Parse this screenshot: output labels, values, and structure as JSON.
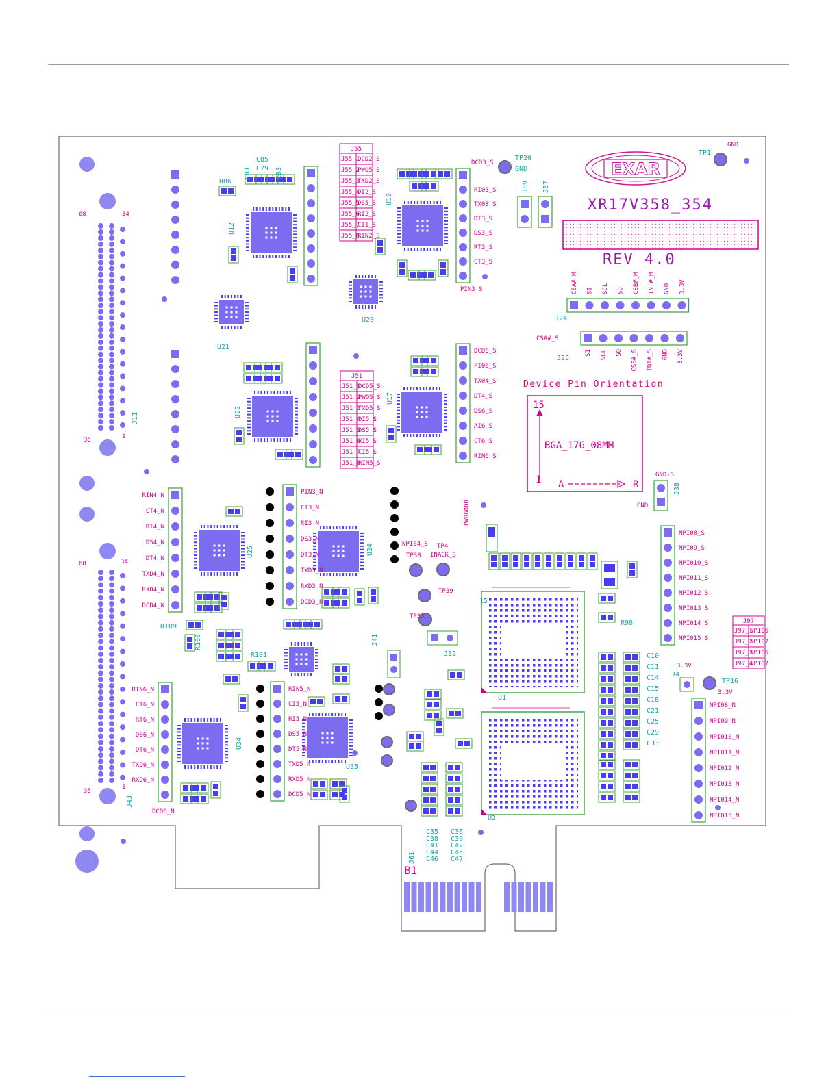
{
  "board": {
    "part_number": "XR17V358_354",
    "revision": "REV 4.0",
    "logo_text": "EXAR",
    "orientation_title": "Device Pin Orientation",
    "orientation_package": "BGA_176_08MM",
    "orientation_row_top": "15",
    "orientation_row_bottom": "1",
    "orientation_col_left": "A",
    "orientation_col_right": "R",
    "edge_label": "B1",
    "edge_ref": "J61"
  },
  "connectors": {
    "J24_pins": [
      "CSA#_M",
      "SI",
      "SCL",
      "SO",
      "CSB#_M",
      "INT#_M",
      "GND",
      "3.3V"
    ],
    "J25_pins": [
      "SI",
      "SCL",
      "SO",
      "CSB#_S",
      "INT#_S",
      "GND",
      "3.3V"
    ],
    "J25_lead": "CSA#_S",
    "J56_pins": [
      "RI03_S",
      "TX03_S",
      "DT3_S",
      "DS3_S",
      "RT3_S",
      "CT3_S"
    ],
    "J56_bottom": "PIN3_S",
    "J56_top": "DCD3_S",
    "J51_pins": [
      "DCD6_S",
      "PI06_S",
      "TX04_S",
      "DT4_S",
      "DS6_S",
      "AI6_S",
      "CT6_S",
      "RIN6_S"
    ],
    "J90_pins": [
      "RIN4_N",
      "CT4_N",
      "RT4_N",
      "DS4_N",
      "DT4_N",
      "TXD4_N",
      "RXD4_N",
      "DCD4_N"
    ],
    "J92_pins": [
      "RIN6_N",
      "CT6_N",
      "RT6_N",
      "DS6_N",
      "DT6_N",
      "TXD6_N",
      "RXD6_N"
    ],
    "J92_bottom": "DCD6_N",
    "J89_pins": [
      "PIN3_N",
      "CI3_N",
      "RI3_N",
      "DS3_N",
      "DT3_N",
      "TXD3_N",
      "RXD3_N",
      "DCD3_N"
    ],
    "J91_pins": [
      "RIN5_N",
      "CI5_N",
      "RI5_N",
      "DS5_N",
      "DT5_N",
      "TXD5_N",
      "RXD5_N",
      "DCD5_N"
    ],
    "J95_pins": [
      "NPI08_S",
      "NPI09_S",
      "NPI010_S",
      "NPI011_S",
      "NPI012_S",
      "NPI013_S",
      "NPI014_S",
      "NPI015_S"
    ],
    "J96_pins": [
      "NPI08_N",
      "NPI09_N",
      "NPI010_N",
      "NPI011_N",
      "NPI012_N",
      "NPI013_N",
      "NPI014_N",
      "NPI015_N"
    ],
    "J97_table": [
      [
        "J97_1",
        "NPI06"
      ],
      [
        "J97_2",
        "NPI07"
      ],
      [
        "J97_3",
        "NPI06"
      ],
      [
        "J97_4",
        "NPI07"
      ]
    ],
    "J97_title": "J97",
    "J55_title": "J55",
    "J55_table": [
      [
        "J55_1",
        "DCD2_S"
      ],
      [
        "J55_2",
        "PWO5_S"
      ],
      [
        "J55_3",
        "TXD2_S"
      ],
      [
        "J55_4",
        "DI2_S"
      ],
      [
        "J55_5",
        "DS5_S"
      ],
      [
        "J55_6",
        "RI2_S"
      ],
      [
        "J55_7",
        "CI1_S"
      ],
      [
        "J55_8",
        "RIN2_S"
      ]
    ],
    "J51_title": "J51",
    "J51_table": [
      [
        "J51_1",
        "DCD5_S"
      ],
      [
        "J51_2",
        "PWO5_S"
      ],
      [
        "J51_3",
        "TXD5_S"
      ],
      [
        "J51_4",
        "DI5_S"
      ],
      [
        "J51_5",
        "DS5_S"
      ],
      [
        "J51_6",
        "RI5_S"
      ],
      [
        "J51_7",
        "CI5_S"
      ],
      [
        "J51_8",
        "RIN5_S"
      ]
    ]
  },
  "labels": {
    "tp1": "TP1",
    "gnd": "GND",
    "tp20": "TP20",
    "tp16": "TP16",
    "v33": "3.3V",
    "npi04": "NPI04_S",
    "tp4": "TP4",
    "inack": "INACK_S",
    "tp38": "TP38",
    "tp39": "TP39",
    "tp35": "TP35",
    "pwrgood": "PWRGOOD",
    "gnd_s": "GND-S",
    "j38": "J38",
    "j39": "J39",
    "j37": "J37",
    "j4": "J4",
    "j41": "J41",
    "j32": "J32",
    "u1": "U1",
    "u2": "U2",
    "u12": "U12",
    "u19": "U19",
    "u20": "U20",
    "u21": "U21",
    "u22": "U22",
    "u17": "U17",
    "u25": "U25",
    "u24": "U24",
    "u34": "U34",
    "u35": "U35",
    "j11": "J11",
    "j43": "J43",
    "p68": "68",
    "p34": "34",
    "p35": "35",
    "p1": "1",
    "caps_left": [
      "C35",
      "C38",
      "C41",
      "C44",
      "C46"
    ],
    "caps_right": [
      "C36",
      "C39",
      "C42",
      "C45",
      "C47"
    ],
    "caps_col": [
      "C10",
      "C11",
      "C14",
      "C15",
      "C18",
      "C21",
      "C25",
      "C29",
      "C33"
    ],
    "r109": "R109",
    "r108": "R108",
    "r101": "R101",
    "r86": "R86",
    "r98": "R98",
    "c81": "C81",
    "c85": "C85",
    "c79": "C79",
    "c83": "C83"
  },
  "colors": {
    "silkscreen": "#1aa3b2",
    "net_labels": "#d4008f",
    "copper": "#7b6cf0",
    "outline": "#6e6e6e",
    "brand": "#c9169f"
  }
}
